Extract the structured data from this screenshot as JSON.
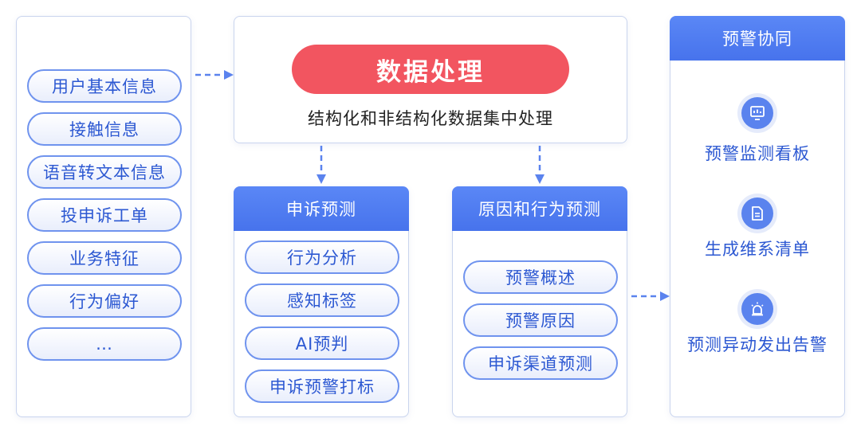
{
  "sources": {
    "items": [
      "用户基本信息",
      "接触信息",
      "语音转文本信息",
      "投申诉工单",
      "业务特征",
      "行为偏好",
      "…"
    ]
  },
  "core": {
    "title": "数据处理",
    "subtitle": "结构化和非结构化数据集中处理"
  },
  "complaint": {
    "header": "申诉预测",
    "items": [
      "行为分析",
      "感知标签",
      "AI预判",
      "申诉预警打标"
    ]
  },
  "cause": {
    "header": "原因和行为预测",
    "items": [
      "预警概述",
      "预警原因",
      "申诉渠道预测"
    ]
  },
  "warning": {
    "header": "预警协同",
    "items": [
      {
        "label": "预警监测看板",
        "icon": "dashboard-icon"
      },
      {
        "label": "生成维系清单",
        "icon": "document-icon"
      },
      {
        "label": "预测异动发出告警",
        "icon": "alarm-icon"
      }
    ]
  },
  "colors": {
    "accent": "#4773ec",
    "core_red": "#f25560",
    "pill_text": "#2c58d2",
    "border": "#c9d4ee",
    "arrow": "#5b83ee"
  }
}
